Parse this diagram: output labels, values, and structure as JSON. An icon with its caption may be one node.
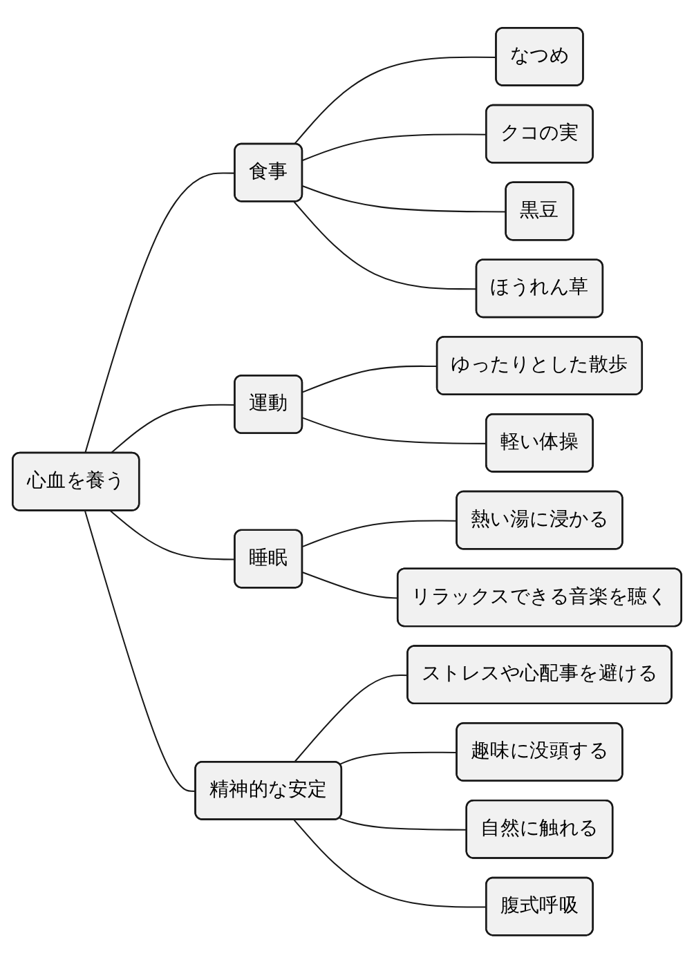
{
  "diagram": {
    "nodes": [
      {
        "text": [
          "心血を養う"
        ]
      },
      {
        "text": [
          "食事"
        ]
      },
      {
        "text": [
          "なつめ"
        ]
      },
      {
        "text": [
          "クコの実"
        ]
      },
      {
        "text": [
          "黒豆"
        ]
      },
      {
        "text": [
          "ほうれん草"
        ]
      },
      {
        "text": [
          "運動"
        ]
      },
      {
        "text": [
          "ゆったりとした散歩"
        ]
      },
      {
        "text": [
          "軽い体操"
        ]
      },
      {
        "text": [
          "睡眠"
        ]
      },
      {
        "text": [
          "熱い湯に浸かる"
        ]
      },
      {
        "text": [
          "リラックスできる音楽を聴く"
        ]
      },
      {
        "text": [
          "精神的な安定"
        ]
      },
      {
        "text": [
          "ストレスや心配事を避ける"
        ]
      },
      {
        "text": [
          "趣味に没頭する"
        ]
      },
      {
        "text": [
          "自然に触れる"
        ]
      },
      {
        "text": [
          "腹式呼吸"
        ]
      }
    ],
    "edges": [
      {
        "from": 0,
        "to": 1,
        "arrow": "none"
      },
      {
        "from": 1,
        "to": 2,
        "arrow": "none"
      },
      {
        "from": 1,
        "to": 3,
        "arrow": "none"
      },
      {
        "from": 1,
        "to": 4,
        "arrow": "none"
      },
      {
        "from": 1,
        "to": 5,
        "arrow": "none"
      },
      {
        "from": 0,
        "to": 6,
        "arrow": "none"
      },
      {
        "from": 6,
        "to": 7,
        "arrow": "none"
      },
      {
        "from": 6,
        "to": 8,
        "arrow": "none"
      },
      {
        "from": 0,
        "to": 9,
        "arrow": "none"
      },
      {
        "from": 9,
        "to": 10,
        "arrow": "none"
      },
      {
        "from": 9,
        "to": 11,
        "arrow": "none"
      },
      {
        "from": 0,
        "to": 12,
        "arrow": "none"
      },
      {
        "from": 12,
        "to": 13,
        "arrow": "none"
      },
      {
        "from": 12,
        "to": 14,
        "arrow": "none"
      },
      {
        "from": 12,
        "to": 15,
        "arrow": "none"
      },
      {
        "from": 12,
        "to": 16,
        "arrow": "none"
      }
    ]
  }
}
